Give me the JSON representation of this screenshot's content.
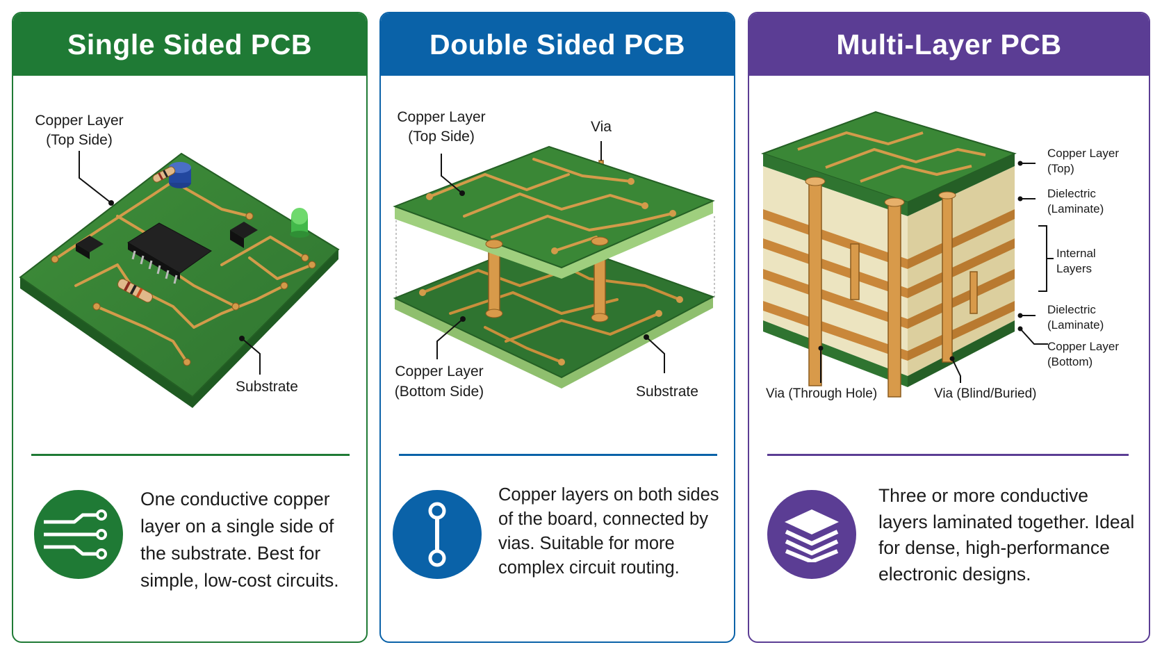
{
  "cards": [
    {
      "title": "Single Sided PCB",
      "labels": {
        "copper_line1": "Copper Layer",
        "copper_line2": "(Top Side)",
        "substrate": "Substrate"
      },
      "description": "One conductive copper layer on a single side of the substrate. Best for simple, low-cost circuits.",
      "icon": "circuit-traces-icon",
      "color": "#1f7a35"
    },
    {
      "title": "Double Sided PCB",
      "labels": {
        "top_line1": "Copper Layer",
        "top_line2": "(Top Side)",
        "via": "Via",
        "bottom_line1": "Copper Layer",
        "bottom_line2": "(Bottom Side)",
        "substrate": "Substrate"
      },
      "description": "Copper layers on both sides of the board, connected by vias. Suitable for more complex circuit routing.",
      "icon": "via-connection-icon",
      "color": "#0a62a8"
    },
    {
      "title": "Multi-Layer PCB",
      "labels": {
        "copper_top_1": "Copper Layer",
        "copper_top_2": "(Top)",
        "dielectric1_1": "Dielectric",
        "dielectric1_2": "(Laminate)",
        "internal_1": "Internal",
        "internal_2": "Layers",
        "dielectric2_1": "Dielectric",
        "dielectric2_2": "(Laminate)",
        "copper_bottom_1": "Copper Layer",
        "copper_bottom_2": "(Bottom)",
        "via_through": "Via (Through Hole)",
        "via_blind": "Via (Blind/Buried)"
      },
      "description": "Three or more conductive layers laminated together. Ideal for dense, high-performance electronic designs.",
      "icon": "stacked-layers-icon",
      "color": "#5b3d94"
    }
  ]
}
